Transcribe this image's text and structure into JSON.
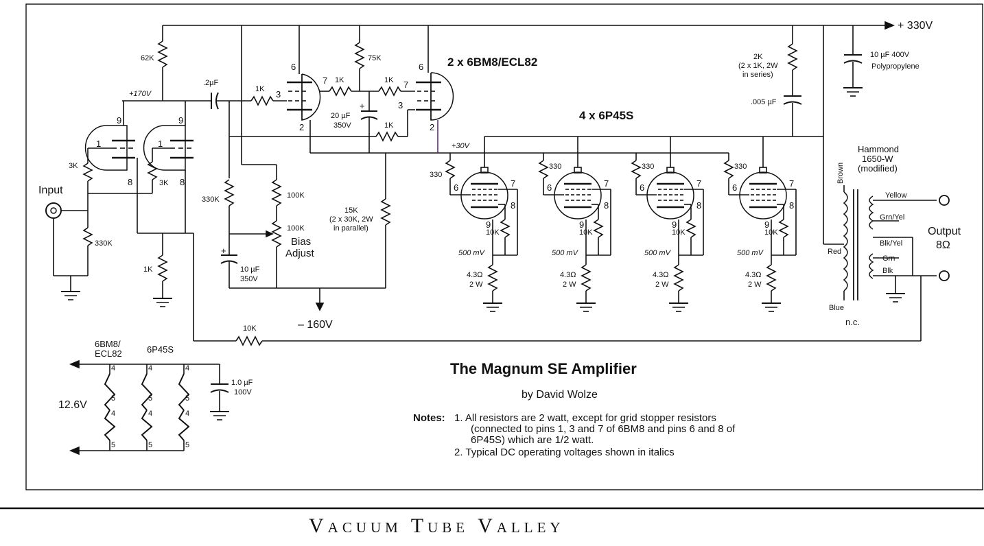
{
  "diagram": {
    "supply": {
      "b_plus": "+ 330V",
      "b_minus": "– 160V",
      "filament": "12.6V"
    },
    "tubes": {
      "driver_label": "2 x 6BM8/ECL82",
      "output_label": "4 x 6P45S"
    },
    "labels": {
      "input": "Input",
      "output": "Output",
      "output_imp": "8Ω",
      "bias": "Bias",
      "adjust": "Adjust",
      "v170": "+170V",
      "v30": "+30V",
      "nc": "n.c.",
      "hammond": "Hammond",
      "hammond_model": "1650-W",
      "hammond_mod": "(modified)",
      "tap_yellow": "Yellow",
      "tap_grnyel": "Grn/Yel",
      "tap_blkyel": "Blk/Yel",
      "tap_grn": "Grn",
      "tap_blk": "Blk",
      "wire_brown": "Brown",
      "wire_red": "Red",
      "wire_blue": "Blue"
    },
    "components": {
      "r62k": "62K",
      "c02uf": ".2µF",
      "r1k_a": "1K",
      "r1k_b": "1K",
      "r1k_c": "1K",
      "r1k_d": "1K",
      "r75k": "75K",
      "c20uf": "20 µF",
      "c20v": "350V",
      "r3k_a": "3K",
      "r3k_b": "3K",
      "r330k_a": "330K",
      "r330k_b": "330K",
      "r1k_gnd": "1K",
      "r100k_a": "100K",
      "r100k_b": "100K",
      "c10uf": "10 µF",
      "c10v": "350V",
      "r15k": "15K",
      "r15k_note1": "(2 x 30K, 2W",
      "r15k_note2": "in parallel)",
      "r2k": "2K",
      "r2k_note1": "(2 x 1K, 2W",
      "r2k_note2": "in series)",
      "c005": ".005 µF",
      "c10uf400": "10 µF 400V",
      "cpoly": "Polypropylene",
      "r330": "330",
      "r10k": "10K",
      "mv500": "500 mV",
      "r43": "4.3Ω",
      "w2": "2 W",
      "r10k_fb": "10K",
      "c1uf": "1.0 µF",
      "c1v": "100V"
    },
    "heater": {
      "col1a": "6BM8/",
      "col1b": "ECL82",
      "col2": "6P45S"
    }
  },
  "caption": {
    "title": "The Magnum SE Amplifier",
    "author": "by David Wolze",
    "notes_label": "Notes:",
    "note1_l1": "1.  All resistors are 2 watt, except for grid stopper resistors",
    "note1_l2": "(connected to pins 1, 3 and 7 of 6BM8 and pins 6 and 8 of",
    "note1_l3": "6P45S) which are 1/2 watt.",
    "note2": "2.  Typical DC operating voltages shown in italics"
  },
  "footer": {
    "publication": "Vacuum Tube Valley"
  }
}
